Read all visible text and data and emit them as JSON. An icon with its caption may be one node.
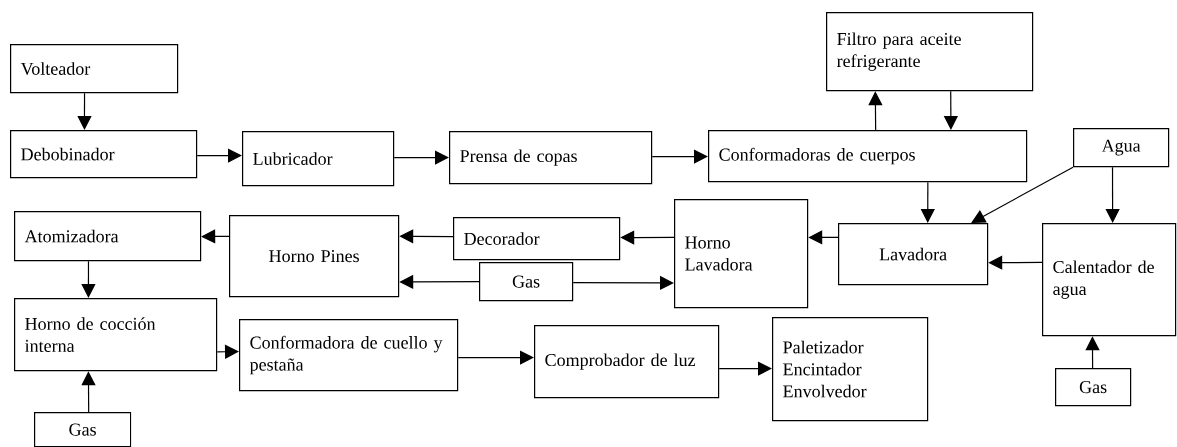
{
  "diagram": {
    "nodes": [
      {
        "text": [
          "Volteador"
        ]
      },
      {
        "text": [
          "Debobinador"
        ]
      },
      {
        "text": [
          "Lubricador"
        ]
      },
      {
        "text": [
          "Prensa de copas"
        ]
      },
      {
        "text": [
          "Filtro para aceite refrigerante"
        ]
      },
      {
        "text": [
          "Conformadoras de cuerpos"
        ]
      },
      {
        "text": [
          "Agua"
        ]
      },
      {
        "text": [
          "Atomizadora"
        ]
      },
      {
        "text": [
          "Horno Pines"
        ]
      },
      {
        "text": [
          "Decorador"
        ]
      },
      {
        "text": [
          "Gas"
        ]
      },
      {
        "text": [
          "Horno Lavadora"
        ]
      },
      {
        "text": [
          "Lavadora"
        ]
      },
      {
        "text": [
          "Calentador de agua"
        ]
      },
      {
        "text": [
          "Horno de cocción interna"
        ]
      },
      {
        "text": [
          "Conformadora de cuello y pestaña"
        ]
      },
      {
        "text": [
          "Comprobador de luz"
        ]
      },
      {
        "text": [
          "Paletizador",
          "Encintador",
          "Envolvedor"
        ]
      },
      {
        "text": [
          "Gas"
        ]
      },
      {
        "text": [
          "Gas"
        ]
      }
    ],
    "edges": [
      {
        "from": 0,
        "to": 1,
        "arrow": "to"
      },
      {
        "from": 1,
        "to": 2,
        "arrow": "to"
      },
      {
        "from": 2,
        "to": 3,
        "arrow": "to"
      },
      {
        "from": 3,
        "to": 5,
        "arrow": "to"
      },
      {
        "from": 5,
        "to": 4,
        "arrow": "to"
      },
      {
        "from": 4,
        "to": 5,
        "arrow": "to"
      },
      {
        "from": 5,
        "to": 12,
        "arrow": "to"
      },
      {
        "from": 6,
        "to": 12,
        "arrow": "to"
      },
      {
        "from": 6,
        "to": 13,
        "arrow": "to"
      },
      {
        "from": 13,
        "to": 12,
        "arrow": "to"
      },
      {
        "from": 12,
        "to": 11,
        "arrow": "to"
      },
      {
        "from": 11,
        "to": 9,
        "arrow": "to"
      },
      {
        "from": 9,
        "to": 8,
        "arrow": "to"
      },
      {
        "from": 10,
        "to": 8,
        "arrow": "to"
      },
      {
        "from": 10,
        "to": 11,
        "arrow": "to"
      },
      {
        "from": 8,
        "to": 7,
        "arrow": "to"
      },
      {
        "from": 7,
        "to": 14,
        "arrow": "to"
      },
      {
        "from": 19,
        "to": 14,
        "arrow": "to"
      },
      {
        "from": 14,
        "to": 15,
        "arrow": "to"
      },
      {
        "from": 15,
        "to": 16,
        "arrow": "to"
      },
      {
        "from": 16,
        "to": 17,
        "arrow": "to"
      },
      {
        "from": 18,
        "to": 13,
        "arrow": "to"
      }
    ]
  }
}
